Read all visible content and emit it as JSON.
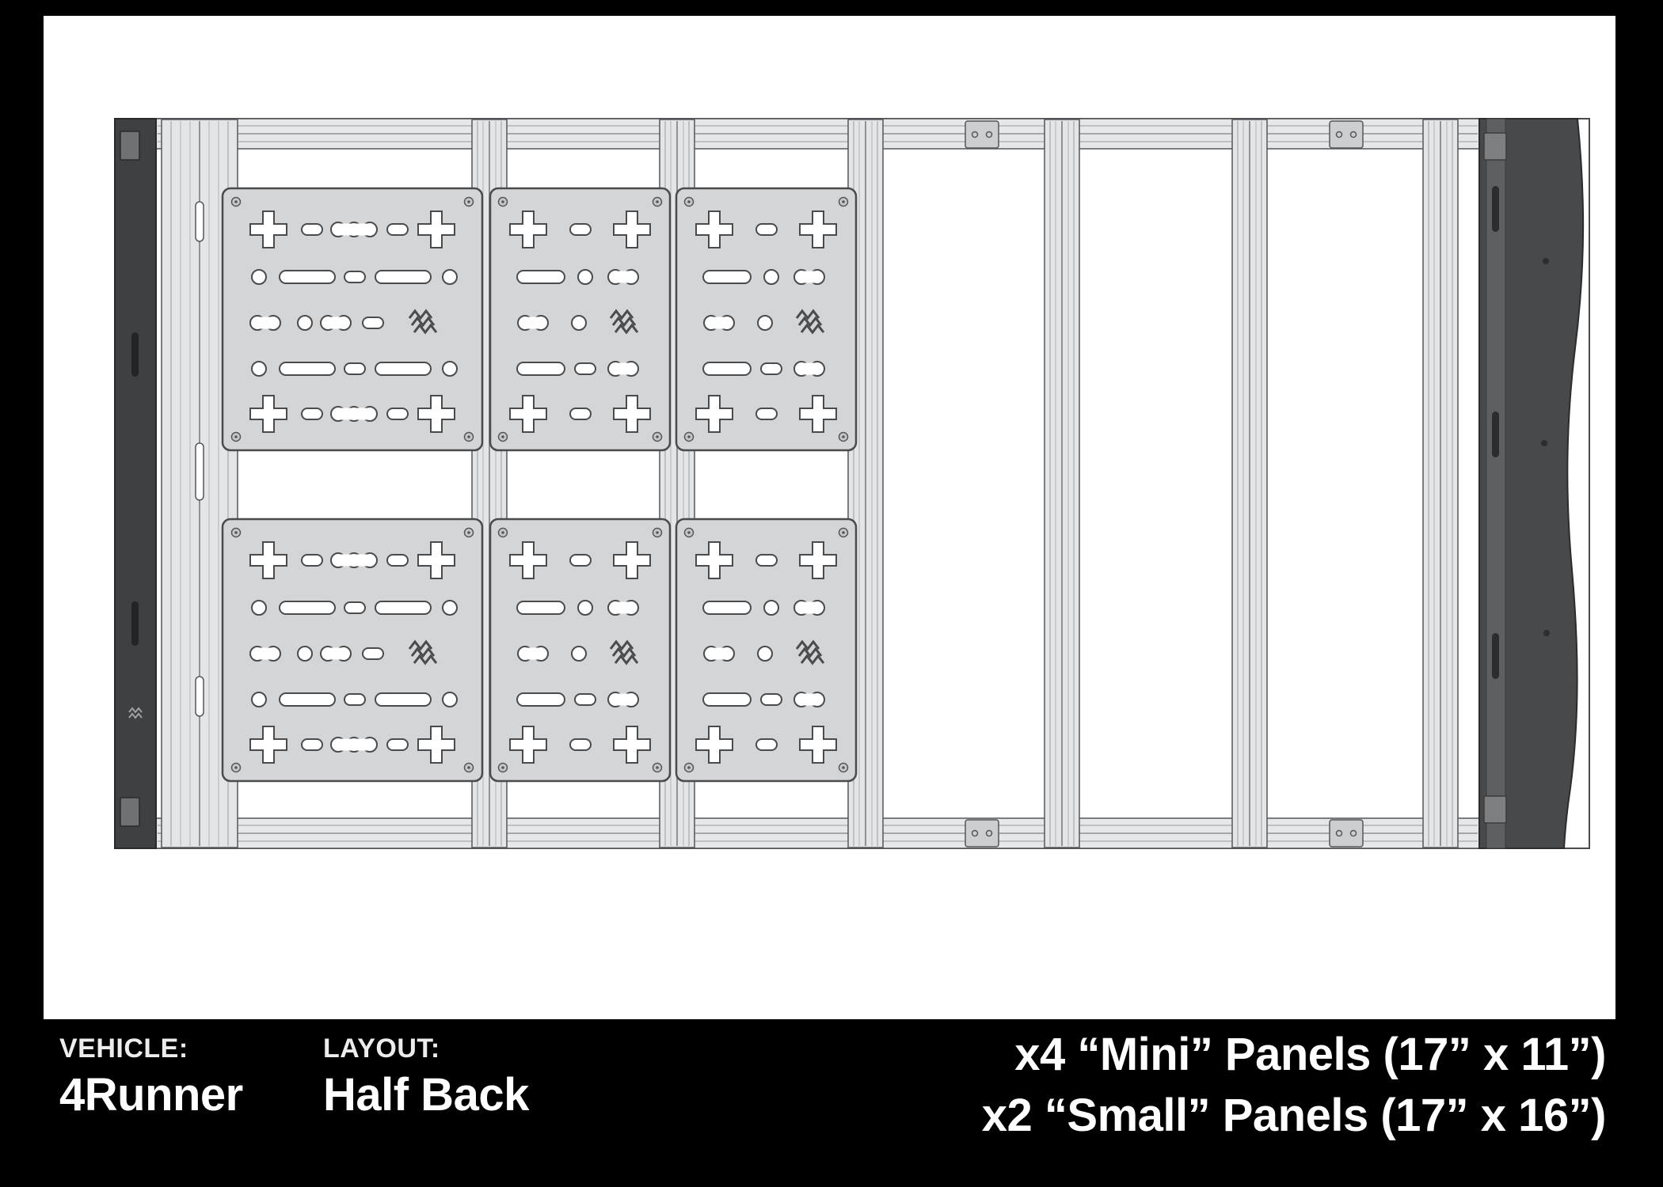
{
  "colors": {
    "page-bg": "#000000",
    "paper-bg": "#ffffff",
    "panel-fill": "#d3d5d7",
    "text": "#ffffff"
  },
  "footer": {
    "vehicle_label": "VEHICLE:",
    "vehicle_value": "4Runner",
    "layout_label": "LAYOUT:",
    "layout_value": "Half Back",
    "panel_lines": [
      "x4 “Mini” Panels (17” x 11”)",
      "x2 “Small” Panels (17” x 16”)"
    ]
  }
}
